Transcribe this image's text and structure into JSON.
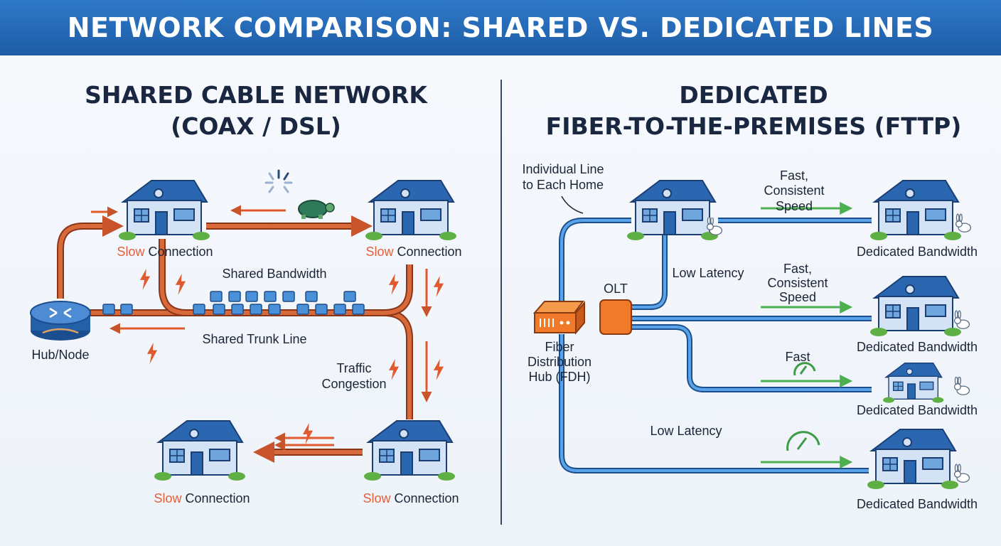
{
  "header": {
    "title": "NETWORK COMPARISON: SHARED VS. DEDICATED LINES"
  },
  "left": {
    "title_line1": "SHARED CABLE NETWORK",
    "title_line2": "(COAX / DSL)",
    "slow_word": "Slow",
    "connection_word": " Connection",
    "shared_bandwidth": "Shared Bandwidth",
    "shared_trunk_line": "Shared Trunk Line",
    "hub_node": "Hub/Node",
    "traffic_line1": "Traffic",
    "traffic_line2": "Congestion"
  },
  "right": {
    "title_line1": "DEDICATED",
    "title_line2": "FIBER-TO-THE-PREMISES (FTTP)",
    "individual_line1": "Individual Line",
    "individual_line2": "to Each Home",
    "fast_consistent_line1": "Fast,",
    "fast_consistent_line2": "Consistent",
    "fast_consistent_line3": "Speed",
    "fast": "Fast",
    "low_latency": "Low Latency",
    "olt": "OLT",
    "fdh_line1": "Fiber",
    "fdh_line2": "Distribution",
    "fdh_line3": "Hub (FDH)",
    "dedicated_bandwidth": "Dedicated Bandwidth"
  },
  "colors": {
    "banner": "#1f63ad",
    "copper": "#c8542b",
    "fiber": "#2f72c4",
    "slow_text": "#e0603a",
    "speed_arrow": "#4caf50",
    "olt": "#f07a2a"
  }
}
